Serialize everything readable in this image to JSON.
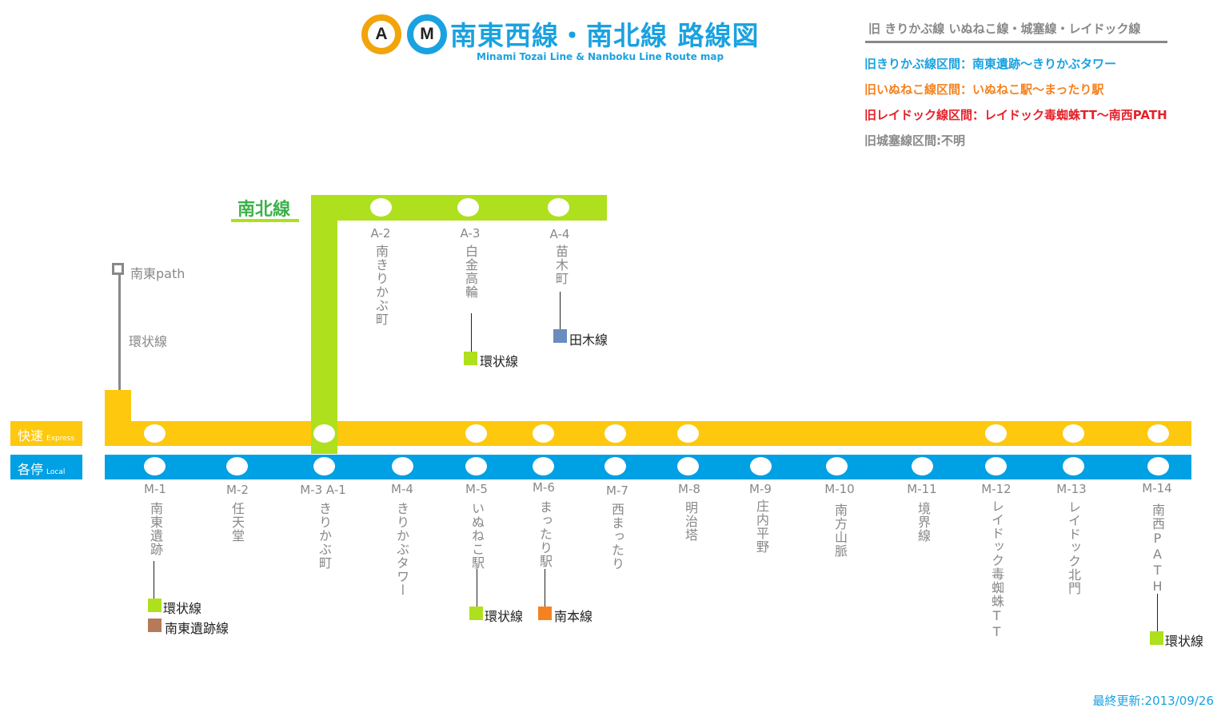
{
  "header": {
    "logo_a": "A",
    "logo_m": "M",
    "title": "南東西線・南北線 路線図",
    "subtitle": "Minami Tozai Line & Nanboku Line Route map"
  },
  "legend": {
    "heading": "旧 きりかぶ線 いぬねこ線・城塞線・レイドック線",
    "rows": [
      {
        "text": "旧きりかぶ線区間：南東遺跡〜きりかぶタワー",
        "color": "#1aa2e0"
      },
      {
        "text": "旧いぬねこ線区間：いぬねこ駅〜まったり駅",
        "color": "#f58220"
      },
      {
        "text": "旧レイドック線区間：レイドック毒蜘蛛TT〜南西PATH",
        "color": "#e5202a"
      },
      {
        "text": "旧城塞線区間:不明",
        "color": "#888888"
      }
    ]
  },
  "colors": {
    "express": "#fdc80e",
    "local": "#00a0e4",
    "nanboku": "#aee01e",
    "loop": "#aee01e",
    "nantou_iseki": "#b77a58",
    "nanhon": "#f58220",
    "taki": "#6b8cbe"
  },
  "nanboku": {
    "label": "南北線",
    "stations": [
      {
        "code": "A-2",
        "name": "南きりかぶ町"
      },
      {
        "code": "A-3",
        "name": "白金高輪"
      },
      {
        "code": "A-4",
        "name": "苗木町"
      }
    ]
  },
  "branch": {
    "station": "南東path",
    "line_label": "環状線"
  },
  "tags": {
    "express": "快速",
    "express_en": "Express",
    "local": "各停",
    "local_en": "Local"
  },
  "tozai": {
    "stations": [
      {
        "code": "M-1",
        "name": "南東遺跡"
      },
      {
        "code": "M-2",
        "name": "任天堂"
      },
      {
        "code": "M-3 A-1",
        "name": "きりかぶ町"
      },
      {
        "code": "M-4",
        "name": "きりかぶタワー"
      },
      {
        "code": "M-5",
        "name": "いぬねこ駅"
      },
      {
        "code": "M-6",
        "name": "まったり駅"
      },
      {
        "code": "M-7",
        "name": "西まったり"
      },
      {
        "code": "M-8",
        "name": "明治塔"
      },
      {
        "code": "M-9",
        "name": "庄内平野"
      },
      {
        "code": "M-10",
        "name": "南方山脈"
      },
      {
        "code": "M-11",
        "name": "境界線"
      },
      {
        "code": "M-12",
        "name": "レイドック毒蜘蛛TT"
      },
      {
        "code": "M-13",
        "name": "レイドック北門"
      },
      {
        "code": "M-14",
        "name": "南西PATH"
      }
    ]
  },
  "connections": {
    "a3_loop": "環状線",
    "a4_taki": "田木線",
    "m1_loop": "環状線",
    "m1_iseki": "南東遺跡線",
    "m5_loop": "環状線",
    "m6_nanhon": "南本線",
    "m14_loop": "環状線"
  },
  "footer": {
    "updated": "最終更新:2013/09/26"
  }
}
